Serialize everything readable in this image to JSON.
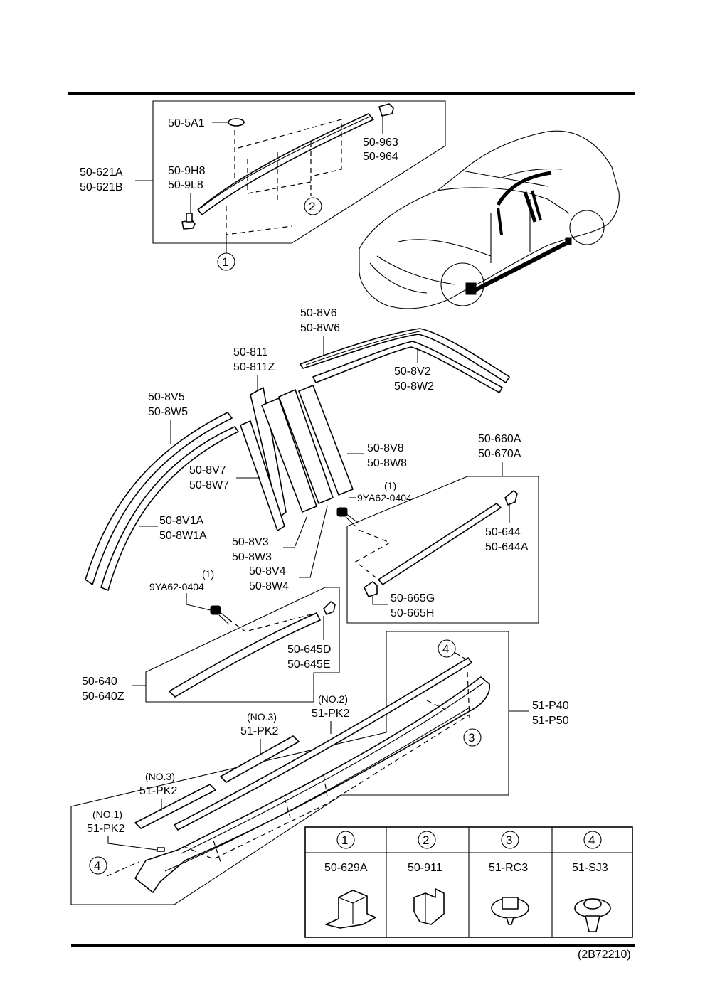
{
  "callouts": {
    "moldings_top": [
      "50-621A",
      "50-621B"
    ],
    "clip_5a1": "50-5A1",
    "clip_963": [
      "50-963",
      "50-964"
    ],
    "clip_9h8": [
      "50-9H8",
      "50-9L8"
    ],
    "strip_8v6": [
      "50-8V6",
      "50-8W6"
    ],
    "strip_811": [
      "50-811",
      "50-811Z"
    ],
    "strip_8v2": [
      "50-8V2",
      "50-8W2"
    ],
    "strip_8v5": [
      "50-8V5",
      "50-8W5"
    ],
    "strip_8v8": [
      "50-8V8",
      "50-8W8"
    ],
    "strip_8v7": [
      "50-8V7",
      "50-8W7"
    ],
    "strip_8v1a": [
      "50-8V1A",
      "50-8W1A"
    ],
    "strip_8v3": [
      "50-8V3",
      "50-8W3"
    ],
    "strip_8v4": [
      "50-8V4",
      "50-8W4"
    ],
    "screw_upper": [
      "(1)",
      "9YA62-0404"
    ],
    "screw_lower": [
      "(1)",
      "9YA62-0404"
    ],
    "molding_660": [
      "50-660A",
      "50-670A"
    ],
    "clip_644": [
      "50-644",
      "50-644A"
    ],
    "clip_665": [
      "50-665G",
      "50-665H"
    ],
    "molding_640": [
      "50-640",
      "50-640Z"
    ],
    "clip_645": [
      "50-645D",
      "50-645E"
    ],
    "sill_p40": [
      "51-P40",
      "51-P50"
    ],
    "tape_no2": [
      "(NO.2)",
      "51-PK2"
    ],
    "tape_no3_upper": [
      "(NO.3)",
      "51-PK2"
    ],
    "tape_no3_lower": [
      "(NO.3)",
      "51-PK2"
    ],
    "tape_no1": [
      "(NO.1)",
      "51-PK2"
    ]
  },
  "circle_refs": {
    "c1": "1",
    "c2": "2",
    "c3": "3",
    "c4_top": "4",
    "c4_bottom": "4"
  },
  "legend": {
    "headers": [
      "1",
      "2",
      "3",
      "4"
    ],
    "parts": [
      "50-629A",
      "50-911",
      "51-RC3",
      "51-SJ3"
    ]
  },
  "figure_code": "(2B72210)"
}
